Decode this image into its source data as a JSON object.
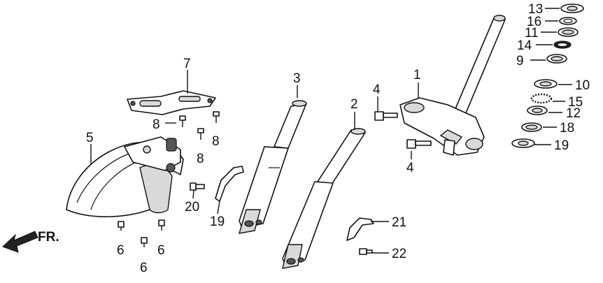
{
  "direction_label": "FR.",
  "callouts": [
    "1",
    "2",
    "3",
    "4",
    "4",
    "5",
    "6",
    "6",
    "6",
    "7",
    "8",
    "8",
    "8",
    "9",
    "10",
    "11",
    "12",
    "13",
    "14",
    "15",
    "16",
    "18",
    "19",
    "19",
    "20",
    "21",
    "22"
  ]
}
